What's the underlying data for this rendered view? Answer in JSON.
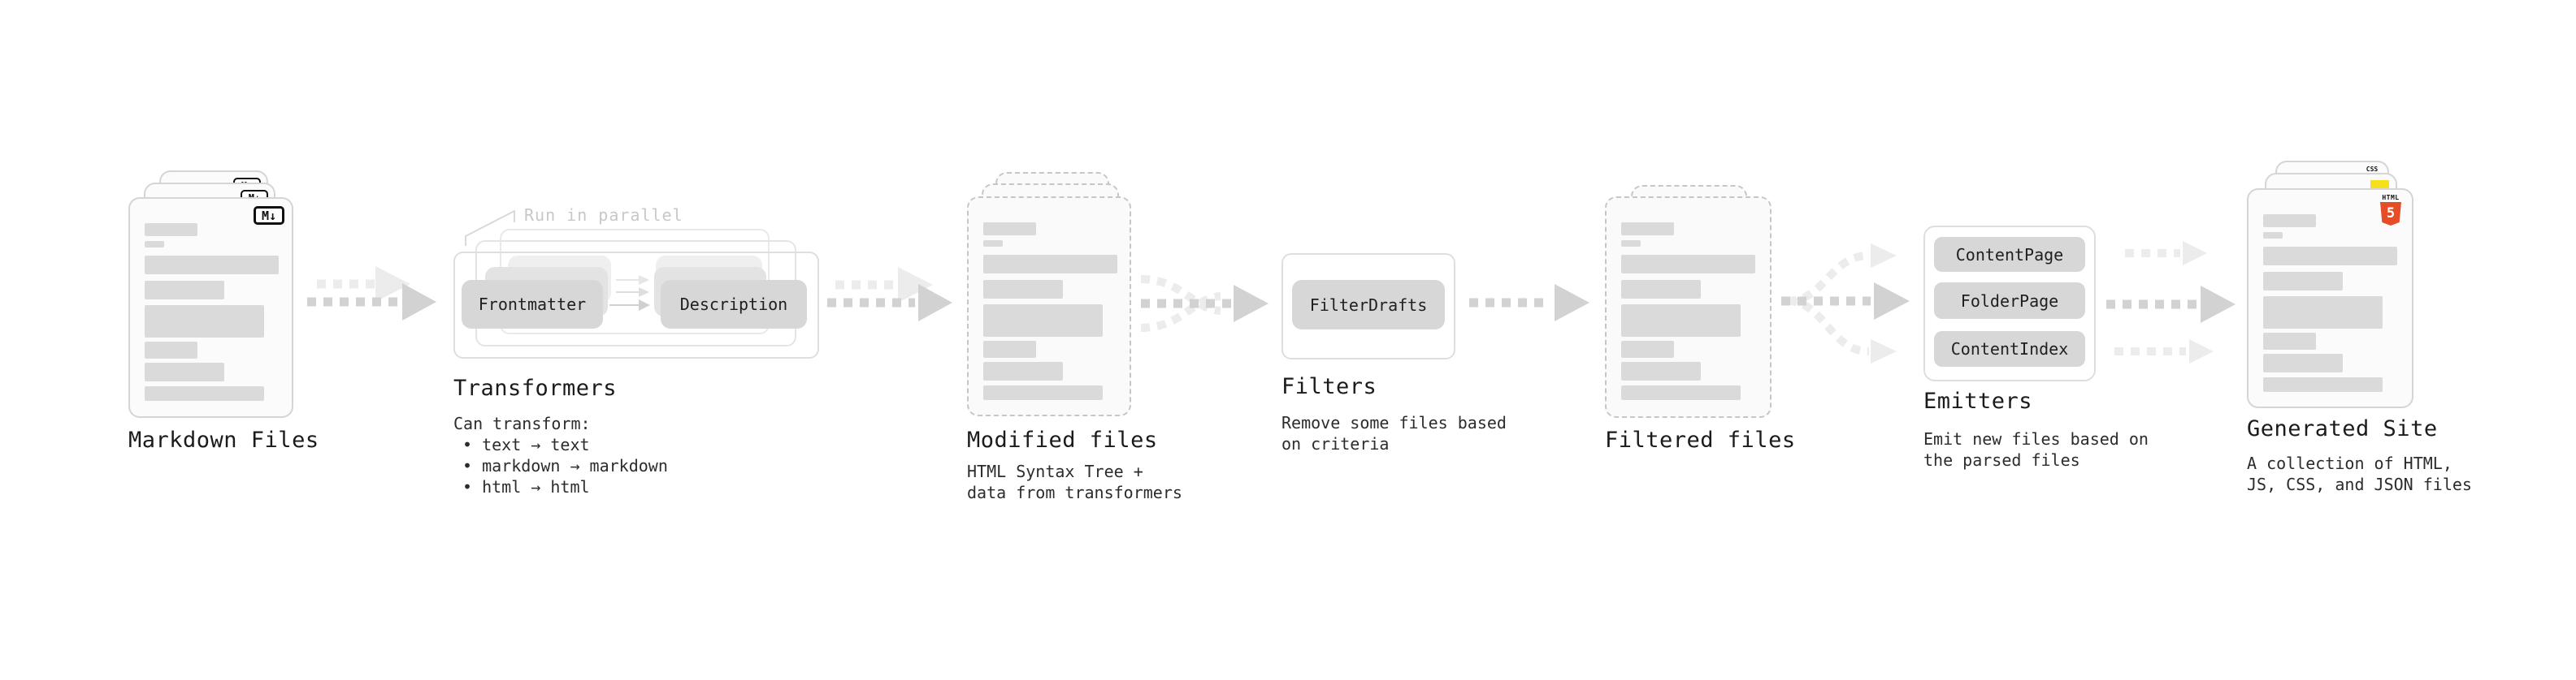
{
  "colors": {
    "background": "#ffffff",
    "arrow_dark": "#d2d2d2",
    "arrow_light": "#ececec",
    "node_fill": "#d7d7d7",
    "bar_fill": "#dadada",
    "text_primary": "#1b1b1b",
    "text_secondary": "#2c2c2c",
    "note_gray": "#c8c8c8",
    "html5_orange": "#e44d26",
    "js_yellow": "#f7df1e",
    "css_blue": "#2962f1"
  },
  "stages": {
    "markdown": {
      "title": "Markdown Files",
      "badge": "M↓"
    },
    "transformers": {
      "note": "Run in parallel",
      "node1": "Frontmatter",
      "node2": "Description",
      "title": "Transformers",
      "desc_heading": "Can transform:",
      "bullets": [
        "• text → text",
        "• markdown → markdown",
        "• html → html"
      ]
    },
    "modified": {
      "title": "Modified files",
      "desc_line1": "HTML Syntax Tree +",
      "desc_line2": "data from transformers"
    },
    "filters": {
      "title": "Filters",
      "node1": "FilterDrafts",
      "desc_line1": "Remove some files based",
      "desc_line2": "on criteria"
    },
    "filtered": {
      "title": "Filtered files"
    },
    "emitters": {
      "title": "Emitters",
      "node1": "ContentPage",
      "node2": "FolderPage",
      "node3": "ContentIndex",
      "desc_line1": "Emit new files based on",
      "desc_line2": "the parsed files"
    },
    "generated": {
      "title": "Generated Site",
      "desc_line1": "A collection of HTML,",
      "desc_line2": "JS, CSS, and JSON files",
      "css_badge": "CSS",
      "html_badge_label": "HTML",
      "html_badge_number": "5"
    }
  }
}
